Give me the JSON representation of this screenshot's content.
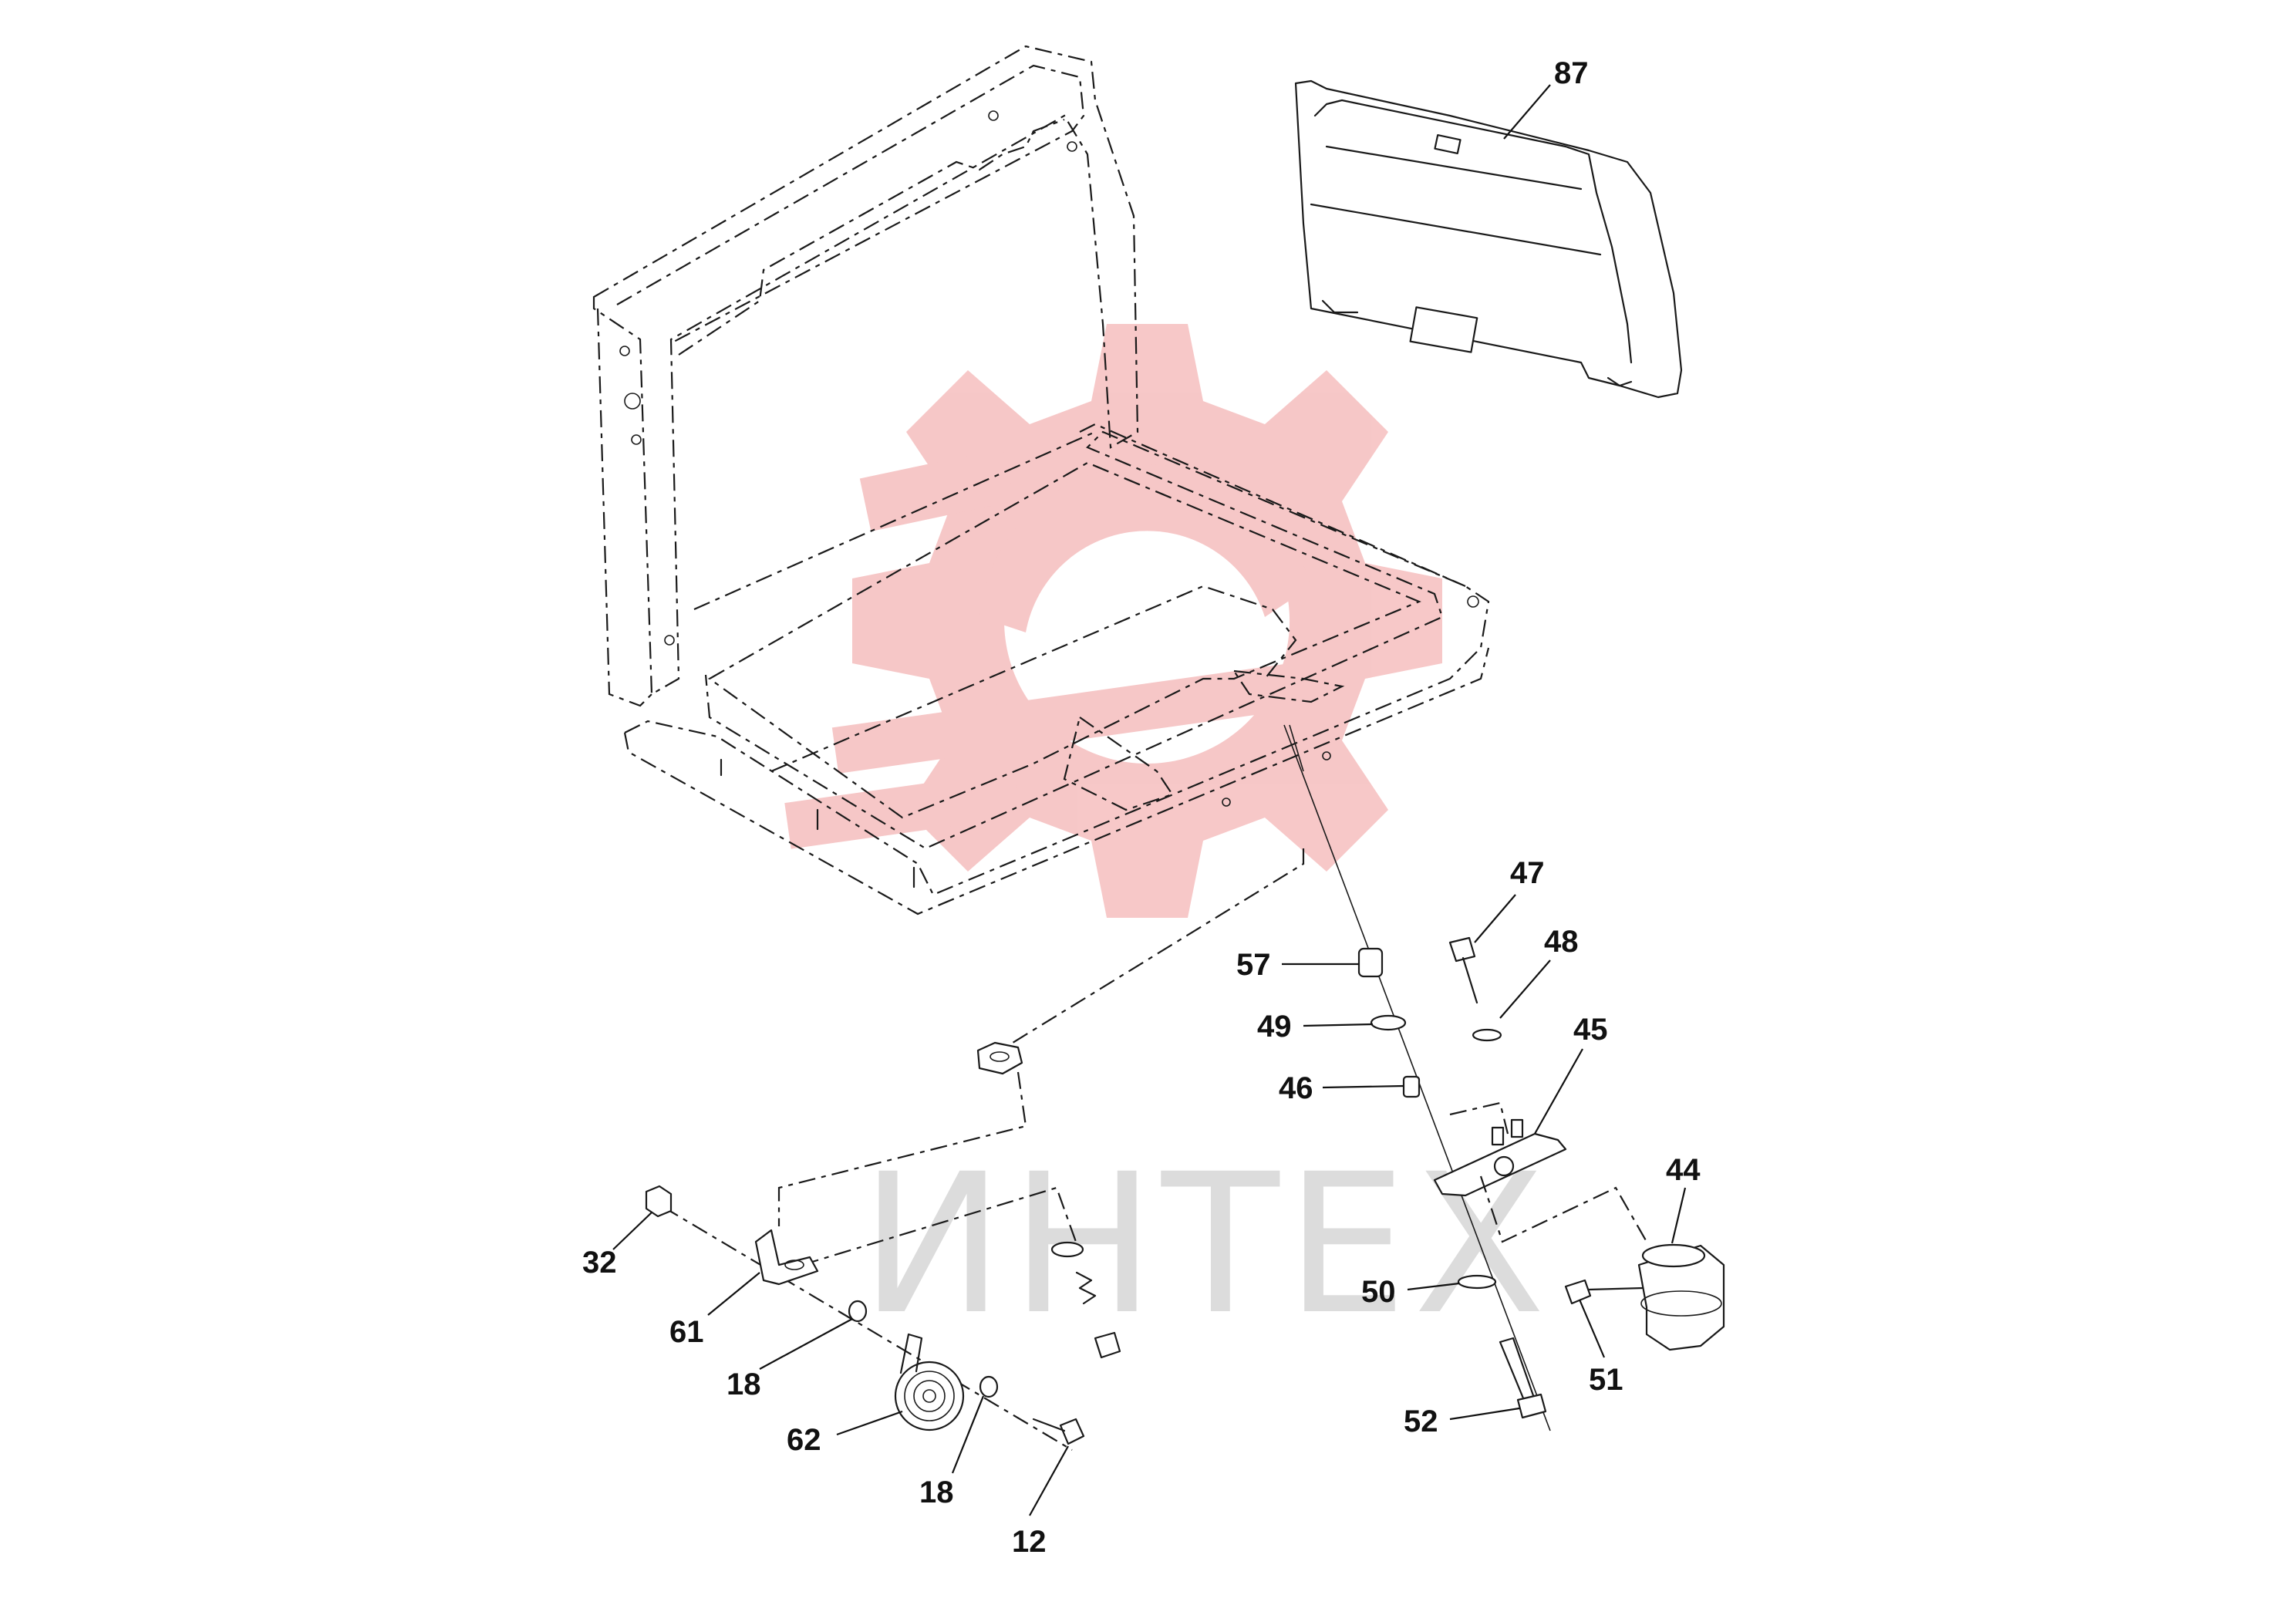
{
  "watermark": {
    "text": "ИНТЕХ",
    "logo_color": "#f4b5b5",
    "text_color": "#9a9a9a"
  },
  "callouts": [
    {
      "id": "c87",
      "label": "87"
    },
    {
      "id": "c47",
      "label": "47"
    },
    {
      "id": "c48",
      "label": "48"
    },
    {
      "id": "c45",
      "label": "45"
    },
    {
      "id": "c44",
      "label": "44"
    },
    {
      "id": "c57",
      "label": "57"
    },
    {
      "id": "c49",
      "label": "49"
    },
    {
      "id": "c46",
      "label": "46"
    },
    {
      "id": "c50",
      "label": "50"
    },
    {
      "id": "c51",
      "label": "51"
    },
    {
      "id": "c52",
      "label": "52"
    },
    {
      "id": "c32",
      "label": "32"
    },
    {
      "id": "c61",
      "label": "61"
    },
    {
      "id": "c18a",
      "label": "18"
    },
    {
      "id": "c62",
      "label": "62"
    },
    {
      "id": "c18b",
      "label": "18"
    },
    {
      "id": "c12",
      "label": "12"
    }
  ]
}
